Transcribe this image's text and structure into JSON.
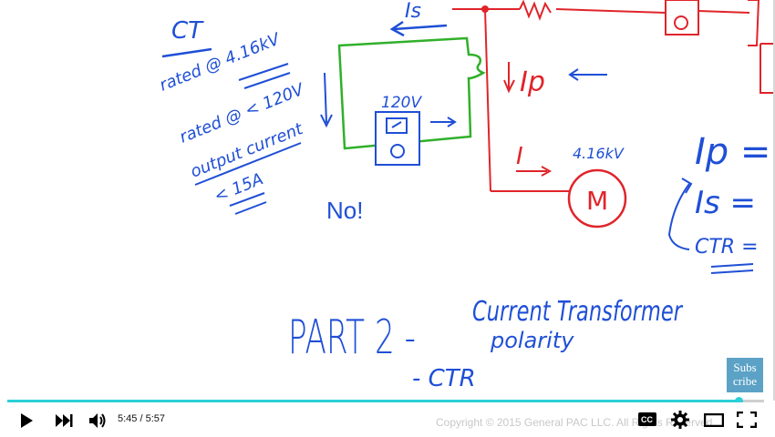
{
  "board": {
    "ct_title": "CT",
    "rated_hv": "rated @ 4.16kV",
    "rated_lv": "rated @ < 120V",
    "output_current": "output current",
    "output_limit": "< 15A",
    "no_label": "No!",
    "meter_voltage": "120V",
    "is_label": "Is",
    "ip_label": "Ip",
    "i_label": "I",
    "motor_voltage": "4.16kV",
    "motor_label": "M",
    "eq_ip": "Ip =",
    "eq_is": "Is =",
    "eq_ctr": "CTR =",
    "part_title": "PART 2 -",
    "part_topic": "Current Transformer",
    "part_topic2": "polarity",
    "part_item": "- CTR"
  },
  "overlay": {
    "subscribe_line1": "Subs",
    "subscribe_line2": "cribe"
  },
  "player": {
    "time": "5:45 / 5:57",
    "progress": 0.966,
    "copyright": "Copyright © 2015 General PAC LLC. All Rights Reserved.",
    "cc_label": "CC"
  },
  "colors": {
    "accent": "#2ad0d8",
    "ink_blue": "#1f4fd6",
    "ink_red": "#e0242a",
    "ink_green": "#30b02a"
  }
}
